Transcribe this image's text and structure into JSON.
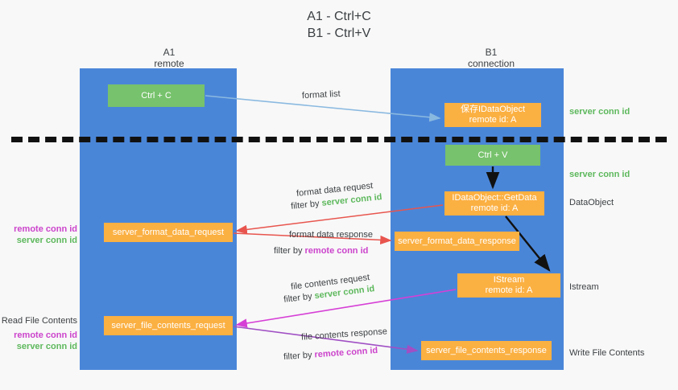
{
  "title": {
    "line1": "A1 - Ctrl+C",
    "line2": "B1 - Ctrl+V"
  },
  "columns": {
    "left": {
      "name": "A1",
      "role": "remote"
    },
    "right": {
      "name": "B1",
      "role": "connection"
    }
  },
  "nodes": {
    "ctrl_c": {
      "line1": "Ctrl + C",
      "line2": "",
      "color": "#77c26c"
    },
    "idataobject": {
      "line1": "保存IDataObject",
      "line2": "remote id: A",
      "color": "#fbb042"
    },
    "ctrl_v": {
      "line1": "Ctrl + V",
      "line2": "",
      "color": "#77c26c"
    },
    "getdata": {
      "line1": "IDataObject::GetData",
      "line2": "remote id: A",
      "color": "#fbb042"
    },
    "istream": {
      "line1": "IStream",
      "line2": "remote id: A",
      "color": "#fbb042"
    },
    "format_data_request": {
      "line1": "server_format_data_request",
      "line2": "",
      "color": "#fbb042"
    },
    "format_data_response": {
      "line1": "server_format_data_response",
      "line2": "",
      "color": "#fbb042"
    },
    "file_contents_request": {
      "line1": "server_file_contents_request",
      "line2": "",
      "color": "#fbb042"
    },
    "file_contents_response": {
      "line1": "server_file_contents_response",
      "line2": "",
      "color": "#fbb042"
    }
  },
  "edge_labels": {
    "format_list": "format list",
    "format_data_request": "format data request",
    "format_data_request_filter_prefix": "filter by ",
    "format_data_request_filter_key": "server conn id",
    "format_data_response": "format data response",
    "format_data_response_filter_prefix": "filter by ",
    "format_data_response_filter_key": "remote conn id",
    "file_contents_request": "file contents request",
    "file_contents_request_filter_prefix": "filter by ",
    "file_contents_request_filter_key": "server conn id",
    "file_contents_response": "file contents response",
    "file_contents_response_filter_prefix": "filter by ",
    "file_contents_response_filter_key": "remote conn id"
  },
  "right_notes": {
    "server_conn_id_top": "server conn id",
    "server_conn_id_mid": "server conn id",
    "dataobject": "DataObject",
    "istream": "Istream",
    "write_file_contents": "Write File Contents"
  },
  "left_notes": {
    "remote_conn_id_1": "remote conn id",
    "server_conn_id_1": "server conn id",
    "read_file_contents": "Read File Contents",
    "remote_conn_id_2": "remote conn id",
    "server_conn_id_2": "server conn id"
  },
  "colors": {
    "lane": "#4a86d8",
    "green_node": "#77c26c",
    "orange_node": "#fbb042",
    "server_conn_id": "#5db85c",
    "remote_conn_id": "#cc44cc",
    "arrow_format_list": "#8ab9e0",
    "arrow_format_data": "#e8554e",
    "arrow_file_request": "#d63fd6",
    "arrow_file_response": "#a04fc4",
    "arrow_black": "#111111",
    "background": "#f8f8f8",
    "dashed_line": "#111111"
  }
}
